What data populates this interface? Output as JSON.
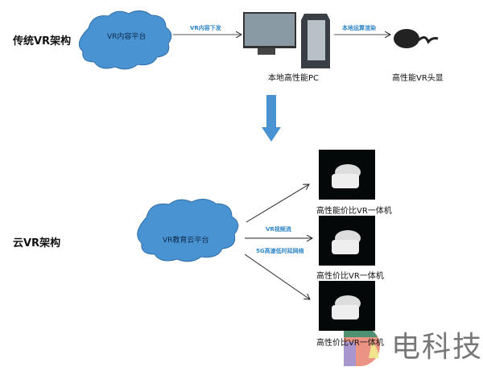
{
  "traditional": {
    "title": "传统VR架构",
    "cloud": "VR内容平台",
    "arrow1": "VR内容下发",
    "arrow2": "本地运算渲染",
    "pc_label": "本地高性能PC",
    "headset_label": "高性能VR头显"
  },
  "cloud_vr": {
    "title": "云VR架构",
    "cloud": "VR教育云平台",
    "stream_label": "VR视频流",
    "network_label": "5G高速低时延网络",
    "devices": [
      {
        "label": "高性能价比VR一体机"
      },
      {
        "label": "高性价比VR一体机"
      },
      {
        "label": "高性价比VR一体机"
      }
    ]
  },
  "watermark": {
    "text": "电科技"
  },
  "colors": {
    "cloud": "#4a93d3",
    "accent": "#2e86c8"
  }
}
